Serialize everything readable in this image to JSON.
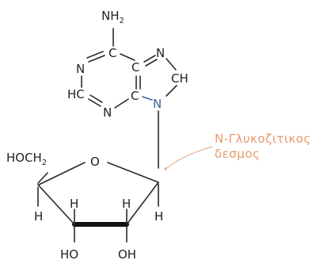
{
  "labels": {
    "amine_n": "NH",
    "amine_sub": "2",
    "c_top": "C",
    "c_left_top": "C",
    "c_mid": "C",
    "n_ring_left": "N",
    "n_ring_right_top": "N",
    "ch_right": "CH",
    "hc_left": "HC",
    "n_bottom": "N",
    "n_glyco": "N",
    "hoch_main": "HOCH",
    "hoch_sub": "2",
    "o_ring": "O",
    "h_left": "H",
    "h_mid_left": "H",
    "h_mid_right": "H",
    "h_right": "H",
    "ho_left": "HO",
    "oh_right": "OH"
  },
  "annotation": {
    "line1": "N-Γλυκοζιτικος",
    "line2": "δεσμος"
  },
  "colors": {
    "bond": "#2a2a2a",
    "highlight_bond": "#3f5fa8",
    "annotation": "#e59a6e",
    "pointer": "#e8b18f"
  }
}
